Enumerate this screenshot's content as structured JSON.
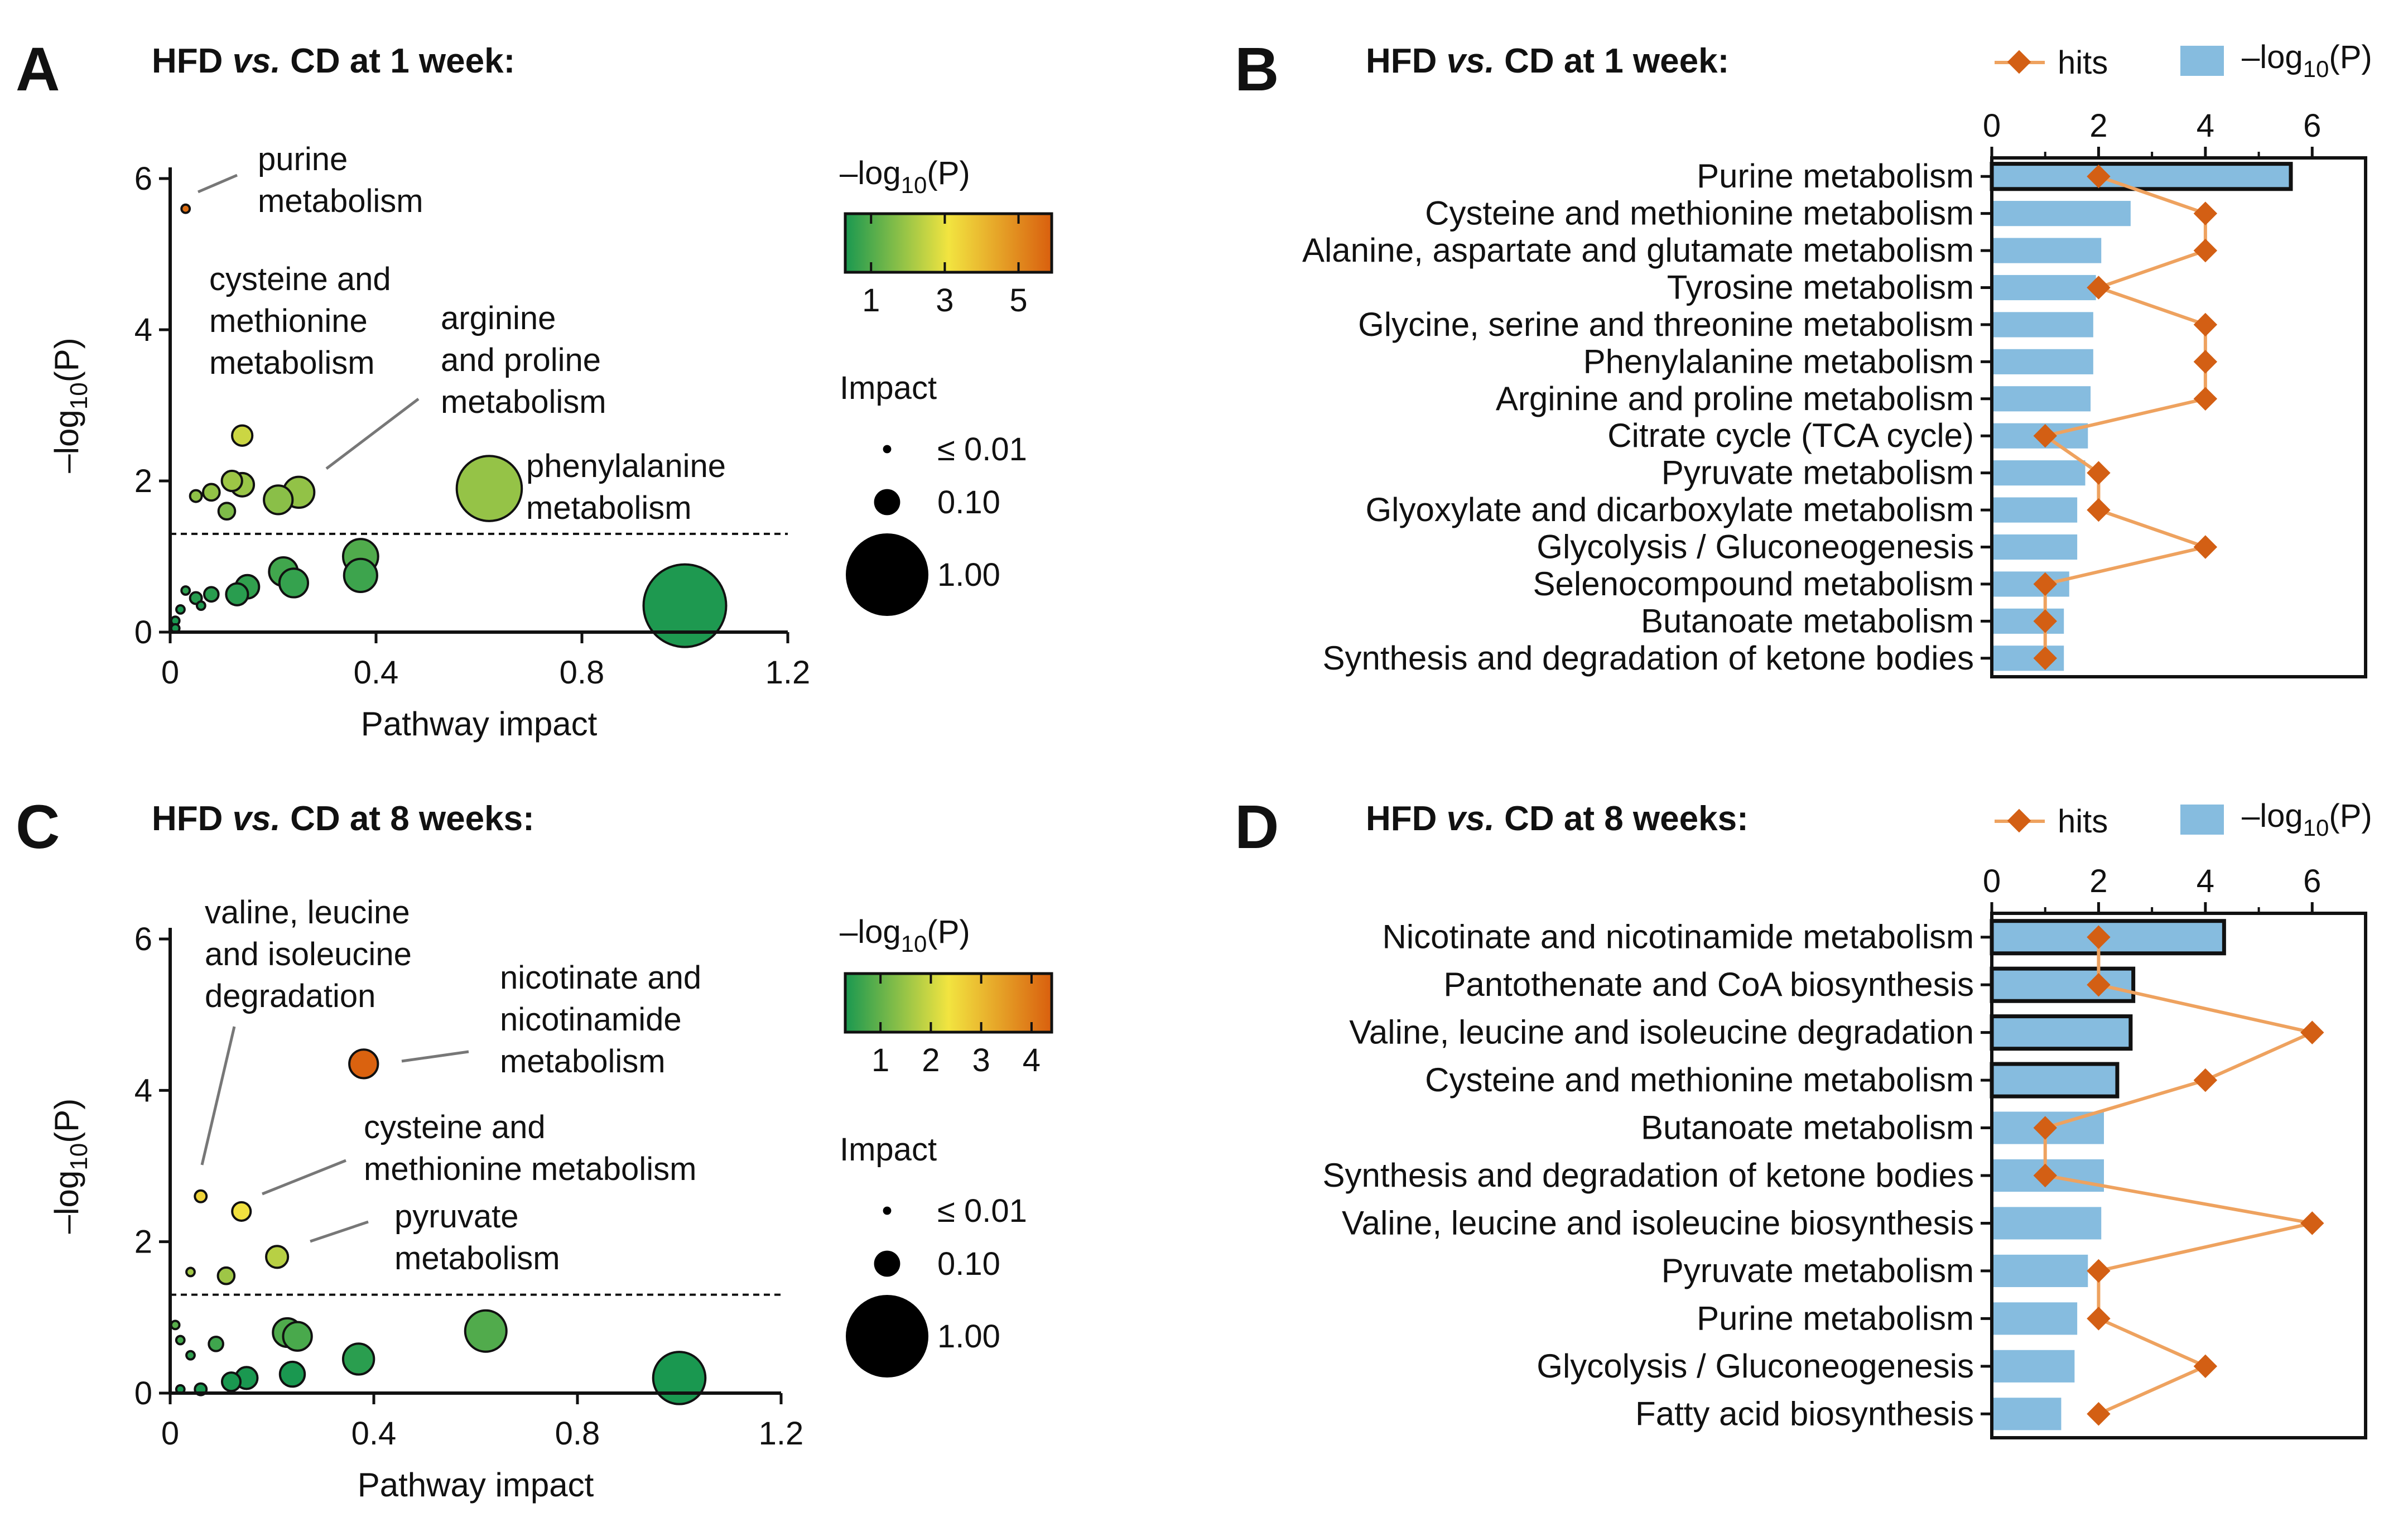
{
  "panels": {
    "A": {
      "letter": "A",
      "title_a": "HFD ",
      "title_b": "vs.",
      "title_c": " CD at 1 week:"
    },
    "B": {
      "letter": "B",
      "title_a": "HFD ",
      "title_b": "vs.",
      "title_c": " CD at 1 week:"
    },
    "C": {
      "letter": "C",
      "title_a": "HFD ",
      "title_b": "vs.",
      "title_c": " CD at 8 weeks:"
    },
    "D": {
      "letter": "D",
      "title_a": "HFD ",
      "title_b": "vs.",
      "title_c": " CD at 8 weeks:"
    }
  },
  "colors": {
    "colorbar_low": "#1a9850",
    "colorbar_mid": "#f2e440",
    "colorbar_high": "#d95f0e",
    "bar_fill": "#86bcdf",
    "hits_line": "#eea25f",
    "hits_marker": "#d35f14",
    "threshold_line": "#111111"
  },
  "chart_data": [
    {
      "id": "A",
      "type": "scatter",
      "xlabel": "Pathway impact",
      "ylabel_main": "–log",
      "ylabel_sub": "10",
      "ylabel_tail": "(P)",
      "xlim": [
        0,
        1.2
      ],
      "ylim": [
        0,
        6
      ],
      "x_ticks": [
        "0",
        "0.4",
        "0.8",
        "1.2"
      ],
      "y_ticks": [
        "0",
        "2",
        "4",
        "6"
      ],
      "threshold_y": 1.3,
      "colorbar": {
        "title_main": "–log",
        "title_sub": "10",
        "title_tail": "(P)",
        "range": [
          0.3,
          5.9
        ],
        "ticks": [
          1,
          3,
          5
        ],
        "tick_labels": [
          "1",
          "3",
          "5"
        ]
      },
      "size_legend": {
        "title": "Impact",
        "labels": [
          "≤  0.01",
          "0.10",
          "1.00"
        ],
        "values": [
          0.01,
          0.1,
          1.0
        ]
      },
      "annotations": [
        {
          "lines": [
            "purine",
            "metabolism"
          ]
        },
        {
          "lines": [
            "cysteine and",
            "methionine",
            "metabolism"
          ]
        },
        {
          "lines": [
            "arginine",
            "and proline",
            "metabolism"
          ]
        },
        {
          "lines": [
            "phenylalanine",
            "metabolism"
          ]
        }
      ],
      "points": [
        {
          "x": 0.03,
          "y": 5.6,
          "impact": 0.01
        },
        {
          "x": 0.14,
          "y": 2.6,
          "impact": 0.06
        },
        {
          "x": 0.62,
          "y": 1.9,
          "impact": 0.62
        },
        {
          "x": 0.25,
          "y": 1.85,
          "impact": 0.14
        },
        {
          "x": 0.21,
          "y": 1.75,
          "impact": 0.12
        },
        {
          "x": 0.12,
          "y": 2.0,
          "impact": 0.06
        },
        {
          "x": 0.14,
          "y": 1.95,
          "impact": 0.08
        },
        {
          "x": 0.08,
          "y": 1.85,
          "impact": 0.04
        },
        {
          "x": 0.05,
          "y": 1.8,
          "impact": 0.02
        },
        {
          "x": 0.11,
          "y": 1.6,
          "impact": 0.04
        },
        {
          "x": 0.37,
          "y": 1.0,
          "impact": 0.18
        },
        {
          "x": 0.37,
          "y": 0.75,
          "impact": 0.16
        },
        {
          "x": 0.22,
          "y": 0.8,
          "impact": 0.12
        },
        {
          "x": 0.24,
          "y": 0.65,
          "impact": 0.12
        },
        {
          "x": 0.15,
          "y": 0.6,
          "impact": 0.08
        },
        {
          "x": 0.13,
          "y": 0.5,
          "impact": 0.07
        },
        {
          "x": 1.0,
          "y": 0.35,
          "impact": 1.0
        },
        {
          "x": 0.08,
          "y": 0.5,
          "impact": 0.03
        },
        {
          "x": 0.05,
          "y": 0.45,
          "impact": 0.02
        },
        {
          "x": 0.03,
          "y": 0.55,
          "impact": 0.01
        },
        {
          "x": 0.06,
          "y": 0.35,
          "impact": 0.01
        },
        {
          "x": 0.02,
          "y": 0.3,
          "impact": 0.01
        },
        {
          "x": 0.01,
          "y": 0.15,
          "impact": 0.01
        },
        {
          "x": 0.01,
          "y": 0.05,
          "impact": 0.01
        }
      ]
    },
    {
      "id": "B",
      "type": "bar",
      "orientation": "horizontal",
      "categories": [
        "Purine metabolism",
        "Cysteine and methionine metabolism",
        "Alanine, aspartate and glutamate metabolism",
        "Tyrosine metabolism",
        "Glycine, serine and threonine metabolism",
        "Phenylalanine metabolism",
        "Arginine and proline metabolism",
        "Citrate cycle (TCA cycle)",
        "Pyruvate metabolism",
        "Glyoxylate and dicarboxylate metabolism",
        "Glycolysis / Gluconeogenesis",
        "Selenocompound metabolism",
        "Butanoate metabolism",
        "Synthesis and degradation of ketone bodies"
      ],
      "series": [
        {
          "name": "–log10(P)",
          "values": [
            5.6,
            2.6,
            2.05,
            1.95,
            1.9,
            1.9,
            1.85,
            1.8,
            1.75,
            1.6,
            1.6,
            1.45,
            1.35,
            1.35
          ],
          "outlined": [
            true,
            false,
            false,
            false,
            false,
            false,
            false,
            false,
            false,
            false,
            false,
            false,
            false,
            false
          ]
        },
        {
          "name": "hits",
          "values": [
            2,
            4,
            4,
            2,
            4,
            4,
            4,
            1,
            2,
            2,
            4,
            1,
            1,
            1
          ]
        }
      ],
      "legend": {
        "hits": "hits",
        "bar_main": "–log",
        "bar_sub": "10",
        "bar_tail": "(P)",
        "placement": "top-right"
      },
      "xlim": [
        0,
        7
      ],
      "x_ticks": [
        "0",
        "2",
        "4",
        "6"
      ]
    },
    {
      "id": "C",
      "type": "scatter",
      "xlabel": "Pathway impact",
      "ylabel_main": "–log",
      "ylabel_sub": "10",
      "ylabel_tail": "(P)",
      "xlim": [
        0,
        1.2
      ],
      "ylim": [
        0,
        6
      ],
      "x_ticks": [
        "0",
        "0.4",
        "0.8",
        "1.2"
      ],
      "y_ticks": [
        "0",
        "2",
        "4",
        "6"
      ],
      "threshold_y": 1.3,
      "colorbar": {
        "title_main": "–log",
        "title_sub": "10",
        "title_tail": "(P)",
        "range": [
          0.3,
          4.4
        ],
        "ticks": [
          1,
          2,
          3,
          4
        ],
        "tick_labels": [
          "1",
          "2",
          "3",
          "4"
        ]
      },
      "size_legend": {
        "title": "Impact",
        "labels": [
          "≤  0.01",
          "0.10",
          "1.00"
        ],
        "values": [
          0.01,
          0.1,
          1.0
        ]
      },
      "annotations": [
        {
          "lines": [
            "valine, leucine",
            "and isoleucine",
            "degradation"
          ]
        },
        {
          "lines": [
            "nicotinate and",
            "nicotinamide",
            "metabolism"
          ]
        },
        {
          "lines": [
            "cysteine and",
            "methionine metabolism"
          ]
        },
        {
          "lines": [
            "pyruvate",
            "metabolism"
          ]
        }
      ],
      "points": [
        {
          "x": 0.38,
          "y": 4.35,
          "impact": 0.12
        },
        {
          "x": 0.06,
          "y": 2.6,
          "impact": 0.02
        },
        {
          "x": 0.14,
          "y": 2.4,
          "impact": 0.05
        },
        {
          "x": 0.21,
          "y": 1.8,
          "impact": 0.07
        },
        {
          "x": 0.04,
          "y": 1.6,
          "impact": 0.01
        },
        {
          "x": 0.11,
          "y": 1.55,
          "impact": 0.04
        },
        {
          "x": 0.62,
          "y": 0.82,
          "impact": 0.25
        },
        {
          "x": 0.23,
          "y": 0.8,
          "impact": 0.12
        },
        {
          "x": 0.25,
          "y": 0.75,
          "impact": 0.12
        },
        {
          "x": 0.37,
          "y": 0.45,
          "impact": 0.14
        },
        {
          "x": 1.0,
          "y": 0.2,
          "impact": 0.4
        },
        {
          "x": 0.24,
          "y": 0.25,
          "impact": 0.09
        },
        {
          "x": 0.15,
          "y": 0.2,
          "impact": 0.07
        },
        {
          "x": 0.12,
          "y": 0.15,
          "impact": 0.05
        },
        {
          "x": 0.09,
          "y": 0.65,
          "impact": 0.03
        },
        {
          "x": 0.04,
          "y": 0.5,
          "impact": 0.01
        },
        {
          "x": 0.02,
          "y": 0.7,
          "impact": 0.01
        },
        {
          "x": 0.01,
          "y": 0.9,
          "impact": 0.01
        },
        {
          "x": 0.06,
          "y": 0.05,
          "impact": 0.02
        },
        {
          "x": 0.02,
          "y": 0.05,
          "impact": 0.01
        }
      ]
    },
    {
      "id": "D",
      "type": "bar",
      "orientation": "horizontal",
      "categories": [
        "Nicotinate and nicotinamide metabolism",
        "Pantothenate and CoA biosynthesis",
        "Valine, leucine and isoleucine degradation",
        "Cysteine and methionine metabolism",
        "Butanoate metabolism",
        "Synthesis and degradation of ketone bodies",
        "Valine, leucine and isoleucine biosynthesis",
        "Pyruvate metabolism",
        "Purine metabolism",
        "Glycolysis / Gluconeogenesis",
        "Fatty acid biosynthesis"
      ],
      "series": [
        {
          "name": "–log10(P)",
          "values": [
            4.35,
            2.65,
            2.6,
            2.35,
            2.1,
            2.1,
            2.05,
            1.8,
            1.6,
            1.55,
            1.3
          ],
          "outlined": [
            true,
            true,
            true,
            true,
            false,
            false,
            false,
            false,
            false,
            false,
            false
          ]
        },
        {
          "name": "hits",
          "values": [
            2,
            2,
            6,
            4,
            1,
            1,
            6,
            2,
            2,
            4,
            2
          ]
        }
      ],
      "legend": {
        "hits": "hits",
        "bar_main": "–log",
        "bar_sub": "10",
        "bar_tail": "(P)",
        "placement": "top-right"
      },
      "xlim": [
        0,
        7
      ],
      "x_ticks": [
        "0",
        "2",
        "4",
        "6"
      ]
    }
  ]
}
